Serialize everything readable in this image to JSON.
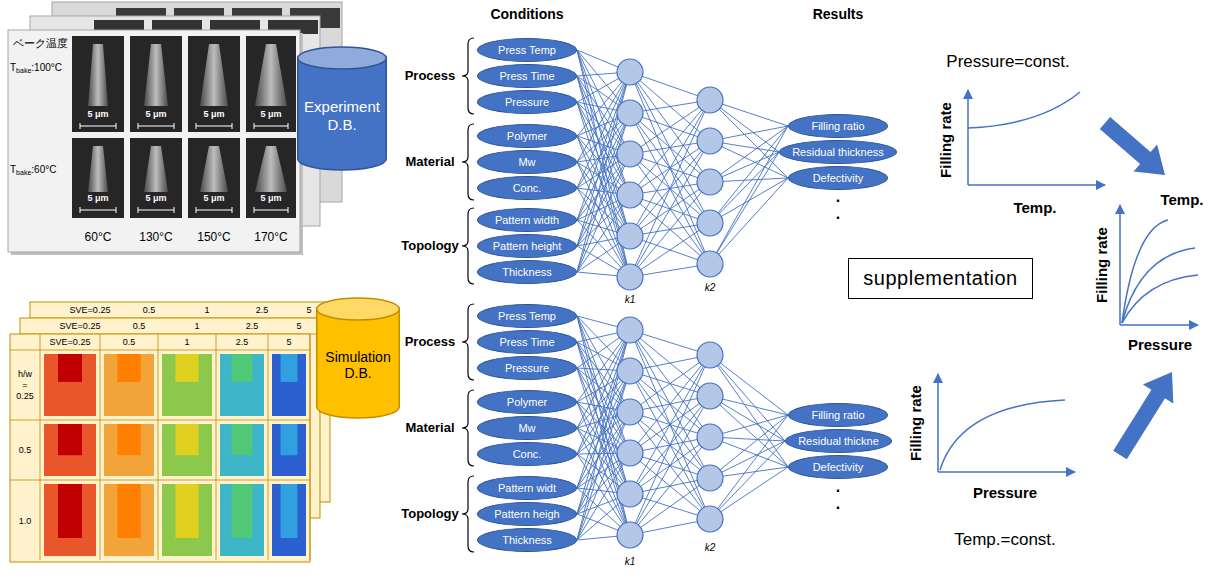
{
  "diagram": {
    "nodes": [
      {
        "text": [
          "Experiment D.B."
        ]
      },
      {
        "text": [
          "Press Temp"
        ]
      },
      {
        "text": [
          "Press Time"
        ]
      },
      {
        "text": [
          "Pressure"
        ]
      },
      {
        "text": [
          "Polymer"
        ]
      },
      {
        "text": [
          "Mw"
        ]
      },
      {
        "text": [
          "Conc."
        ]
      },
      {
        "text": [
          "Pattern width"
        ]
      },
      {
        "text": [
          "Pattern height"
        ]
      },
      {
        "text": [
          "Thickness"
        ]
      },
      {
        "text": [
          "Filling ratio"
        ]
      },
      {
        "text": [
          "Residual thickness"
        ]
      },
      {
        "text": [
          "Defectivity"
        ]
      },
      {
        "text": [
          "supplementation"
        ]
      },
      {
        "text": [
          "Simulation D.B."
        ]
      },
      {
        "text": [
          "Press Temp"
        ]
      },
      {
        "text": [
          "Press Time"
        ]
      },
      {
        "text": [
          "Pressure"
        ]
      },
      {
        "text": [
          "Polymer"
        ]
      },
      {
        "text": [
          "Mw"
        ]
      },
      {
        "text": [
          "Conc."
        ]
      },
      {
        "text": [
          "Pattern widt"
        ]
      },
      {
        "text": [
          "Pattern heigh"
        ]
      },
      {
        "text": [
          "Thickness"
        ]
      },
      {
        "text": [
          "Filling ratio"
        ]
      },
      {
        "text": [
          "Residual thickne"
        ]
      },
      {
        "text": [
          "Defectivity"
        ]
      }
    ],
    "labels": [
      "ベーク温度",
      "T",
      "bake",
      ":100°C",
      "T",
      "bake",
      ":60°C",
      "5 μm",
      "5 μm",
      "5 μm",
      "5 μm",
      "5 μm",
      "5 μm",
      "5 μm",
      "5 μm",
      "60°C",
      "130°C",
      "150°C",
      "170°C",
      "Conditions",
      "Results",
      "Process",
      "Material",
      "Topology",
      "k1",
      "k2",
      ".",
      ".",
      "Pressure=const.",
      "Filling rate",
      "Temp.",
      "Temp.",
      "Filling rate",
      "Pressure",
      "SVE=0.25",
      "0.5",
      "1",
      "2.5",
      "5",
      "SVE=0.25",
      "0.5",
      "1",
      "2.5",
      "5",
      "SVE=0.25",
      "0.5",
      "1",
      "2.5",
      "5",
      "h/w",
      "=",
      "0.25",
      "0.5",
      "1.0",
      "Process",
      "Material",
      "Topology",
      "k1",
      "k2",
      ".",
      ".",
      "Filling rate",
      "Pressure",
      "Temp.=const."
    ]
  }
}
